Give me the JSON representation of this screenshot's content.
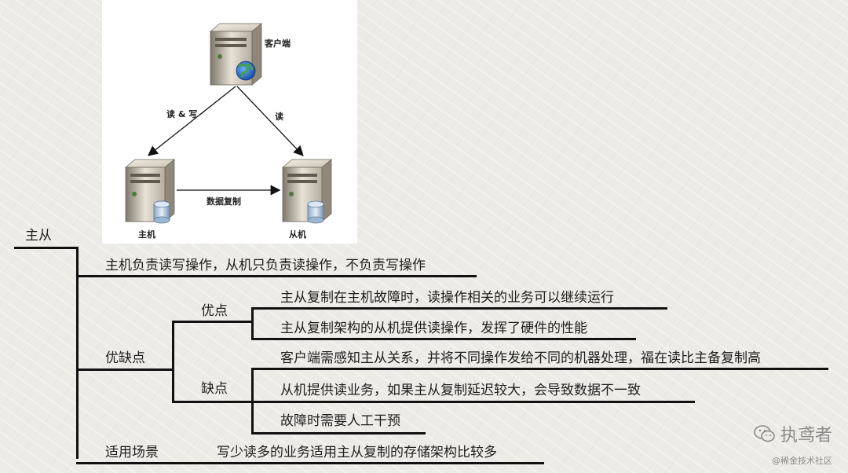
{
  "diagram": {
    "nodes": {
      "client": "客户端",
      "master": "主机",
      "slave": "从机"
    },
    "edges": {
      "read_write": "读 & 写",
      "read": "读",
      "replication": "数据复制"
    }
  },
  "mindmap": {
    "root": "主从",
    "summary": "主机负责读写操作，从机只负责读操作，不负责写操作",
    "pros_cons": {
      "label": "优缺点",
      "pros": {
        "label": "优点",
        "items": [
          "主从复制在主机故障时，读操作相关的业务可以继续运行",
          "主从复制架构的从机提供读操作，发挥了硬件的性能"
        ]
      },
      "cons": {
        "label": "缺点",
        "items": [
          "客户端需感知主从关系，并将不同操作发给不同的机器处理，福在读比主备复制高",
          "从机提供读业务，如果主从复制延迟较大，会导致数据不一致",
          "故障时需要人工干预"
        ]
      }
    },
    "scenario": {
      "label": "适用场景",
      "text": "写少读多的业务适用主从复制的存储架构比较多"
    }
  },
  "watermark": {
    "brand": "执鸢者",
    "community": "@稀金技术社区"
  }
}
